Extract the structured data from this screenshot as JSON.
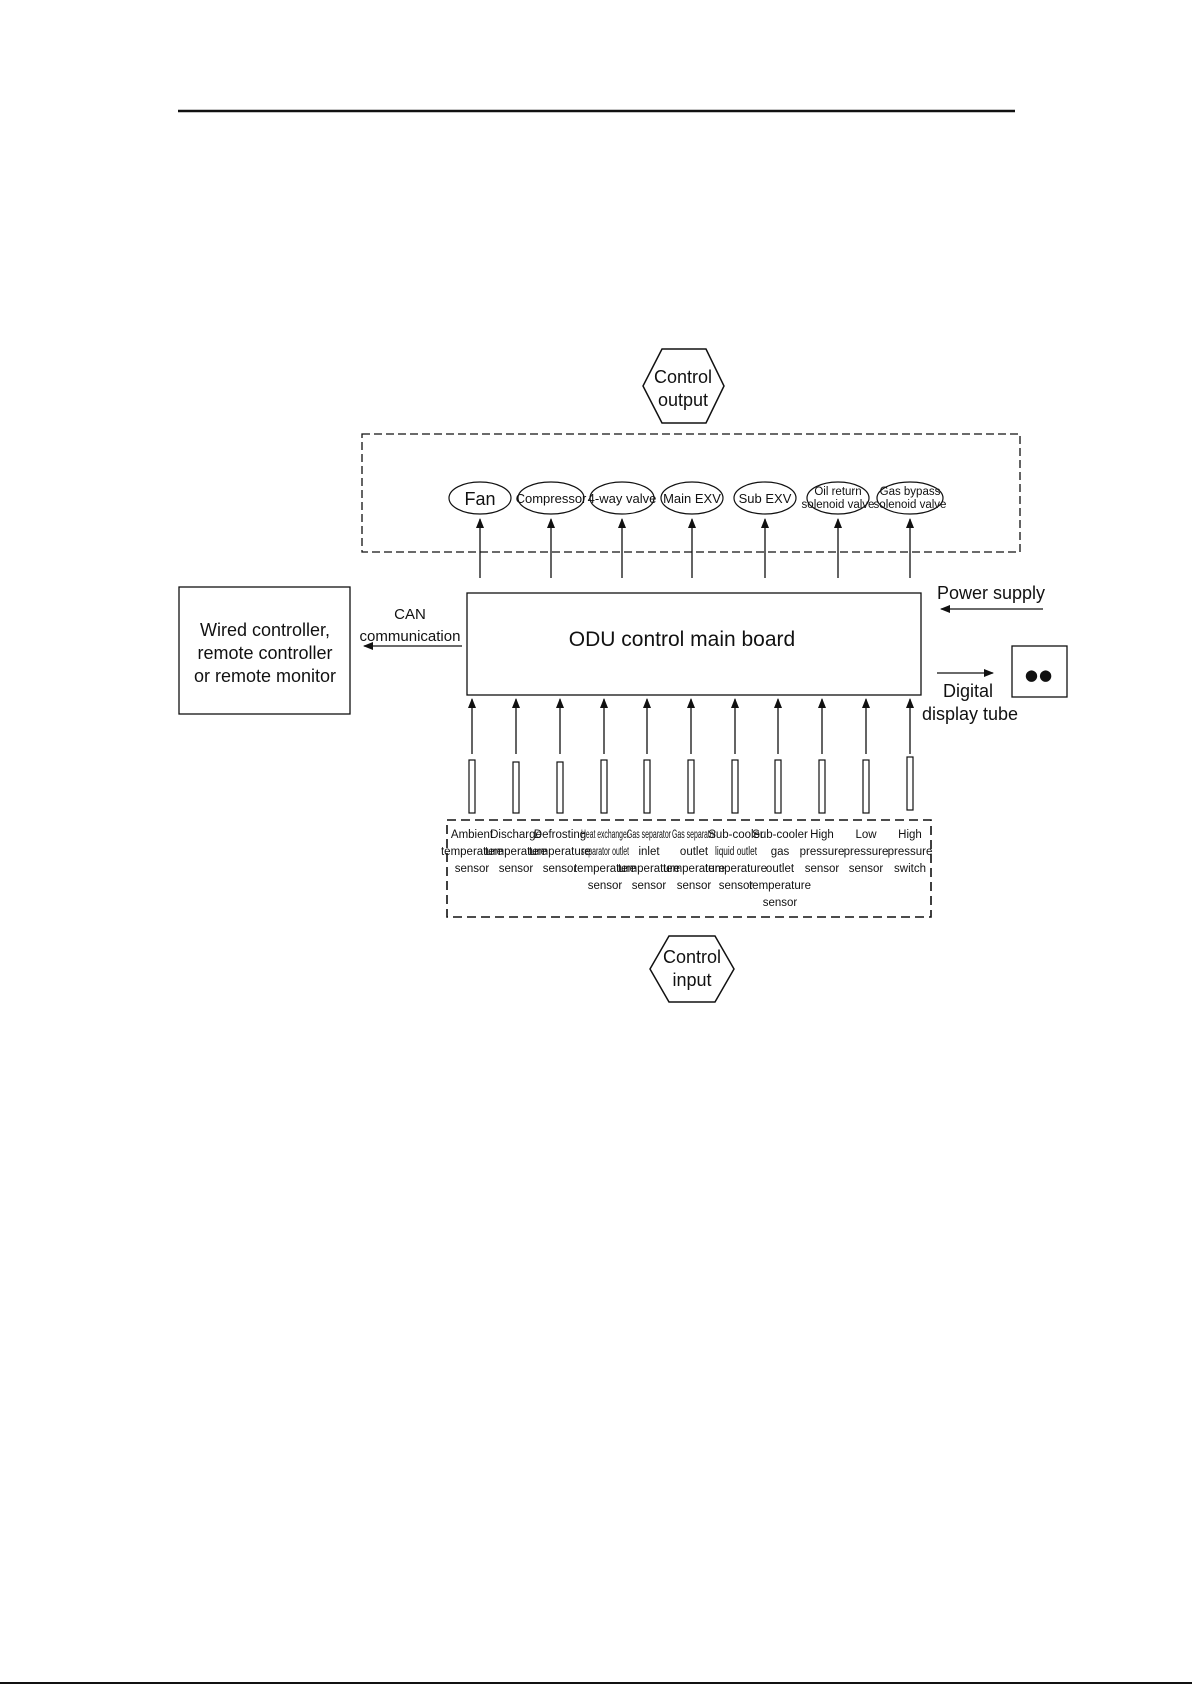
{
  "control_output": {
    "label_lines": [
      "Control",
      "output"
    ]
  },
  "control_input": {
    "label_lines": [
      "Control",
      "input"
    ]
  },
  "main_board": {
    "label": "ODU control main board"
  },
  "wired_controller": {
    "label_lines": [
      "Wired controller,",
      "remote controller",
      "or remote monitor"
    ]
  },
  "can_communication": {
    "label_lines": [
      "CAN",
      "communication"
    ]
  },
  "power_supply": {
    "label": "Power supply"
  },
  "digital_display": {
    "label_lines": [
      "Digital",
      "display tube"
    ],
    "dots": "●●"
  },
  "outputs": [
    {
      "lines": [
        "Fan"
      ]
    },
    {
      "lines": [
        "Compressor"
      ]
    },
    {
      "lines": [
        "4-way valve"
      ]
    },
    {
      "lines": [
        "Main EXV"
      ]
    },
    {
      "lines": [
        "Sub EXV"
      ]
    },
    {
      "lines": [
        "Oil return",
        "solenoid valve"
      ]
    },
    {
      "lines": [
        "Gas bypass",
        "solenoid valve"
      ]
    }
  ],
  "inputs": [
    {
      "lines": [
        "Ambient",
        "temperature",
        "sensor"
      ]
    },
    {
      "lines": [
        "Discharge",
        "temperature",
        "sensor"
      ]
    },
    {
      "lines": [
        "Defrosting",
        "temperature",
        "sensor"
      ]
    },
    {
      "lines": [
        "Heat exchanger",
        "separator outlet",
        "temperature",
        "sensor"
      ]
    },
    {
      "lines": [
        "Gas separator",
        "inlet",
        "temperature",
        "sensor"
      ]
    },
    {
      "lines": [
        "Gas separator",
        "outlet",
        "temperature",
        "sensor"
      ]
    },
    {
      "lines": [
        "Sub-cooler",
        "liquid outlet",
        "temperature",
        "sensor"
      ]
    },
    {
      "lines": [
        "Sub-cooler",
        "gas",
        "outlet",
        "temperature",
        "sensor"
      ]
    },
    {
      "lines": [
        "High",
        "pressure",
        "sensor"
      ]
    },
    {
      "lines": [
        "Low",
        "pressure",
        "sensor"
      ]
    },
    {
      "lines": [
        "High",
        "pressure",
        "switch"
      ]
    }
  ]
}
